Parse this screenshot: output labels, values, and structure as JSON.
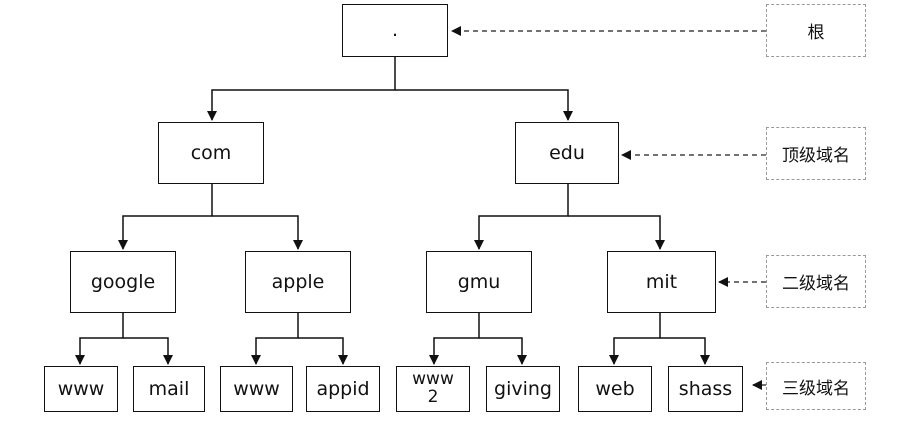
{
  "nodes": {
    "root": ".",
    "com": "com",
    "edu": "edu",
    "google": "google",
    "apple": "apple",
    "gmu": "gmu",
    "mit": "mit",
    "www_google": "www",
    "mail": "mail",
    "www_apple": "www",
    "appid": "appid",
    "www2": "www\n2",
    "giving": "giving",
    "web": "web",
    "shass": "shass"
  },
  "levels": {
    "root": "根",
    "tld": "顶级域名",
    "second": "二级域名",
    "third": "三级域名"
  }
}
